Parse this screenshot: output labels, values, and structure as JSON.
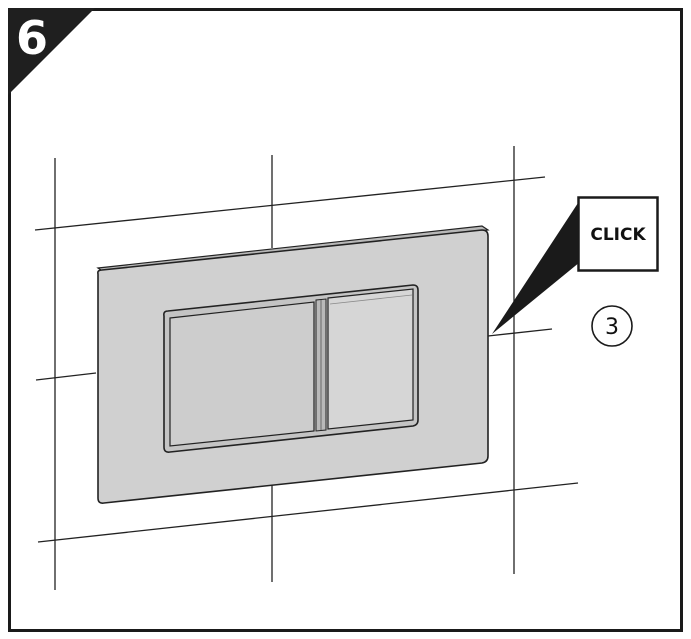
{
  "step": {
    "number": "6"
  },
  "callout": {
    "text": "CLICK"
  },
  "marker": {
    "label": "3"
  },
  "colors": {
    "frame": "#1a1a1a",
    "badge": "#1f1f1f",
    "plate": "#d0d0d0",
    "plate_edge": "#b8b8b8",
    "lines": "#222222",
    "background": "#ffffff"
  },
  "icons": {
    "callout_pointer": "speech-pointer-icon",
    "step_badge": "corner-badge-icon"
  }
}
